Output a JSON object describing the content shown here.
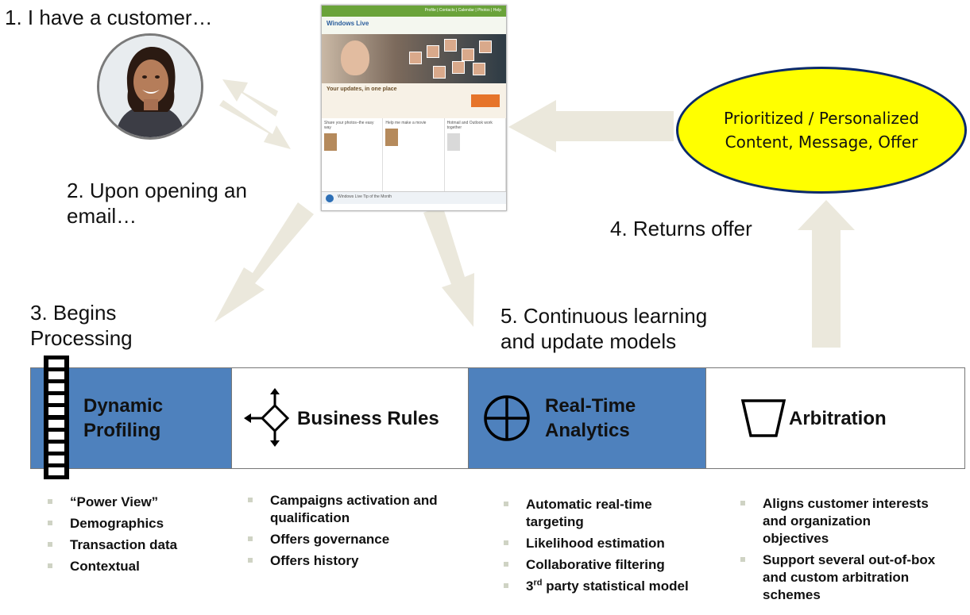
{
  "steps": {
    "s1": "1. I have a customer…",
    "s2_line1": "2. Upon opening an",
    "s2_line2": "email…",
    "s3_line1": "3. Begins",
    "s3_line2": "Processing",
    "s4": "4. Returns offer",
    "s5_line1": "5. Continuous learning",
    "s5_line2": "and update models"
  },
  "offer": {
    "line1": "Prioritized / Personalized",
    "line2": "Content, Message, Offer"
  },
  "email": {
    "nav": "Profile | Contacts | Calendar | Photos | Help",
    "brand": "Windows Live",
    "headline": "Your updates, in one place",
    "col1": "Share your photos–the easy way",
    "col2": "Help me make a movie",
    "col3": "Hotmail and Outlook work together",
    "footer": "Windows Live Tip of the Month"
  },
  "stages": [
    {
      "line1": "Dynamic",
      "line2": "Profiling"
    },
    {
      "line1": "Business Rules"
    },
    {
      "line1": "Real-Time",
      "line2": "Analytics"
    },
    {
      "line1": "Arbitration"
    }
  ],
  "bullets": {
    "profiling": [
      "“Power View”",
      "Demographics",
      "Transaction data",
      "Contextual"
    ],
    "rules": [
      "Campaigns activation and qualification",
      "Offers governance",
      "Offers history"
    ],
    "analytics": [
      "Automatic real-time targeting",
      "Likelihood estimation",
      "Collaborative filtering",
      "3",
      "rd",
      " party statistical model"
    ],
    "arbitration": [
      "Aligns customer interests and organization objectives",
      "Support several out-of-box and custom arbitration schemes"
    ]
  },
  "colors": {
    "arrow": "#ebe8dc",
    "stage_blue": "#4e81bd",
    "offer_fill": "#ffff00",
    "offer_border": "#0b2a6b"
  },
  "icons": [
    "film-strip-icon",
    "decision-diamond-icon",
    "crosshair-circle-icon",
    "funnel-trapezoid-icon"
  ]
}
